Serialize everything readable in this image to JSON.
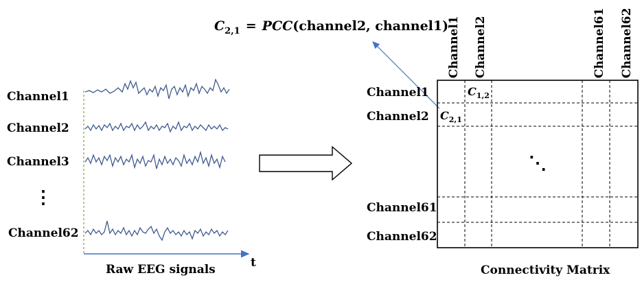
{
  "formula": {
    "lhs_symbol": "C",
    "lhs_subscript": "2,1",
    "equals": "=",
    "func": "PCC",
    "args": "(channel2, channel1)"
  },
  "raw_signals": {
    "channels": [
      "Channel1",
      "Channel2",
      "Channel3",
      "Channel62"
    ],
    "ellipsis": "⋮",
    "time_label": "t",
    "caption": "Raw EEG signals"
  },
  "matrix": {
    "col_headers": [
      "Channel1",
      "Channel2",
      "Channel61",
      "Channel62"
    ],
    "row_headers": [
      "Channel1",
      "Channel2",
      "Channel61",
      "Channel62"
    ],
    "cell_c12": {
      "symbol": "C",
      "subscript": "1,2"
    },
    "cell_c21": {
      "symbol": "C",
      "subscript": "2,1"
    },
    "ellipsis": "⋱",
    "caption": "Connectivity Matrix"
  },
  "colors": {
    "signal": "#3f5a8f",
    "axis": "#4472c4",
    "dotted_axis": "#8a9a3a",
    "grid": "#000000"
  }
}
